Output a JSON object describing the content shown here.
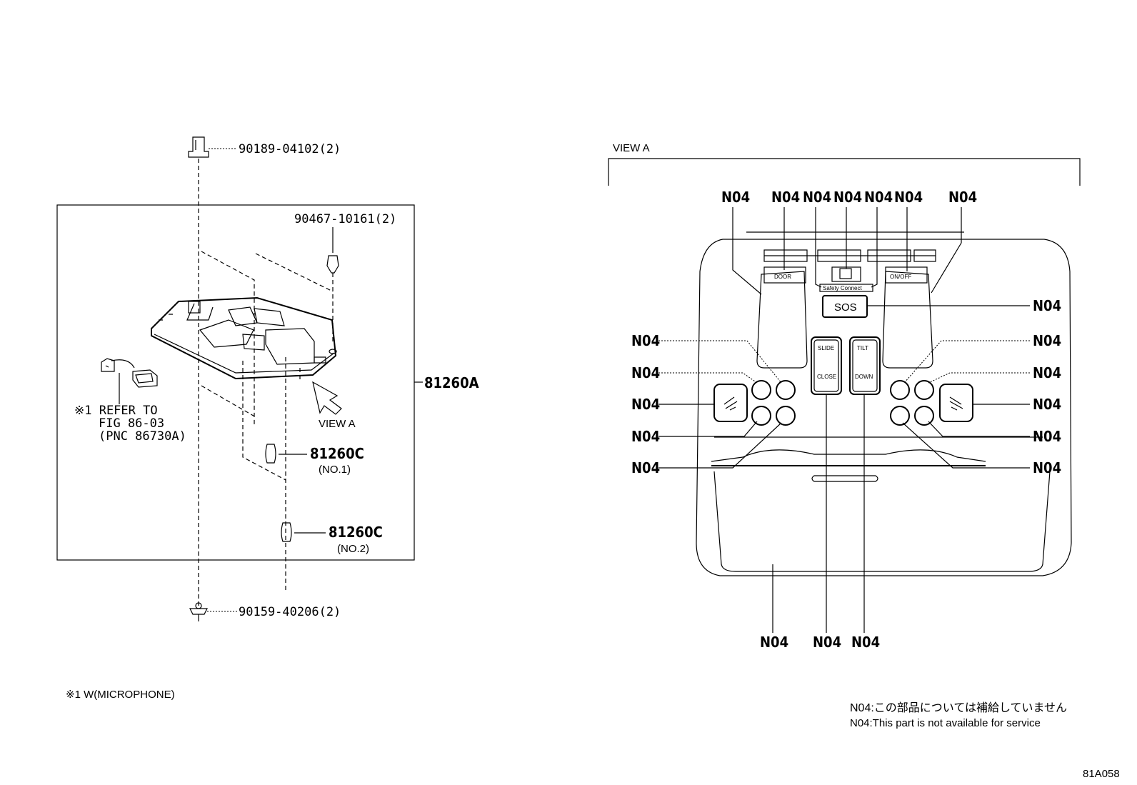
{
  "left": {
    "part_top": "90189-04102(2)",
    "part_clip": "90467-10161(2)",
    "part_assy": "81260A",
    "refer_lines": [
      "※1 REFER TO",
      "FIG 86-03",
      "(PNC 86730A)"
    ],
    "view_a": "VIEW A",
    "bulb1": "81260C",
    "bulb1_sub": "(NO.1)",
    "bulb2": "81260C",
    "bulb2_sub": "(NO.2)",
    "part_screw": "90159-40206(2)"
  },
  "right": {
    "view_title": "VIEW A",
    "code": "N04",
    "panel": {
      "door": "DOOR",
      "onoff": "ON/OFF",
      "sos": "SOS",
      "slide": "SLIDE",
      "close": "CLOSE",
      "tilt": "TILT",
      "down": "DOWN",
      "safety": "Safety Connect"
    }
  },
  "footnote": "※1 W(MICROPHONE)",
  "legend_jp": "N04:この部品については補給していません",
  "legend_en": "N04:This part is not available for service",
  "figure_id": "81A058"
}
